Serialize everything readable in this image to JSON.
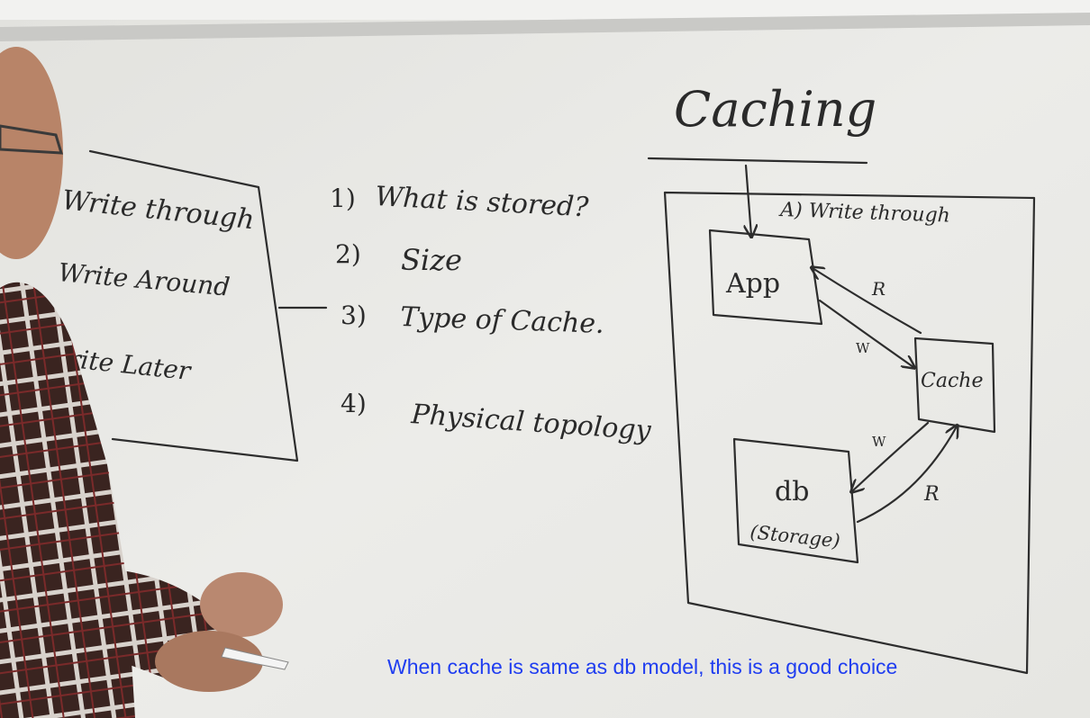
{
  "board": {
    "title": "Caching",
    "left_list": [
      "Write through",
      "Write Around",
      "Write Later"
    ],
    "questions": [
      {
        "num": "1)",
        "text": "What is stored?"
      },
      {
        "num": "2)",
        "text": "Size"
      },
      {
        "num": "3)",
        "text": "Type of Cache."
      },
      {
        "num": "4)",
        "text": "Physical topology"
      }
    ],
    "diagram": {
      "heading": "A) Write through",
      "app_label": "App",
      "cache_label": "Cache",
      "db_label": "db",
      "db_sublabel": "(Storage)",
      "read_label": "R",
      "write_label": "W"
    }
  },
  "caption": "When cache is same as db model, this is a good choice",
  "colors": {
    "caption": "#1f3df0",
    "board": "#e9e9e6",
    "ink": "#2d2d2d"
  }
}
